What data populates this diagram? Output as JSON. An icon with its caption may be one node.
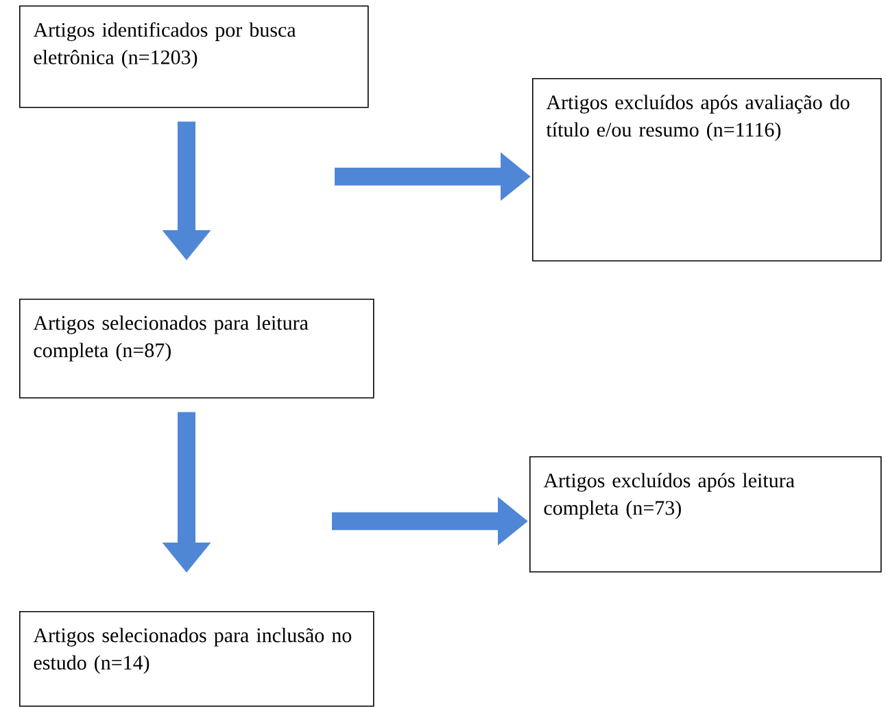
{
  "diagram": {
    "nodes": [
      {
        "text": [
          "Artigos identificados por busca eletrônica (n=1203)"
        ]
      },
      {
        "text": [
          "Artigos excluídos após avaliação do título e/ou resumo (n=1116)"
        ]
      },
      {
        "text": [
          "Artigos selecionados para leitura completa (n=87)"
        ]
      },
      {
        "text": [
          "Artigos excluídos após leitura completa (n=73)"
        ]
      },
      {
        "text": [
          "Artigos selecionados para inclusão no estudo (n=14)"
        ]
      }
    ],
    "edges": [
      {
        "from": 0,
        "to": 2,
        "arrow": "to"
      },
      {
        "from": null,
        "to": 1,
        "arrow": "to"
      },
      {
        "from": 2,
        "to": 4,
        "arrow": "to"
      },
      {
        "from": null,
        "to": 3,
        "arrow": "to"
      }
    ]
  }
}
